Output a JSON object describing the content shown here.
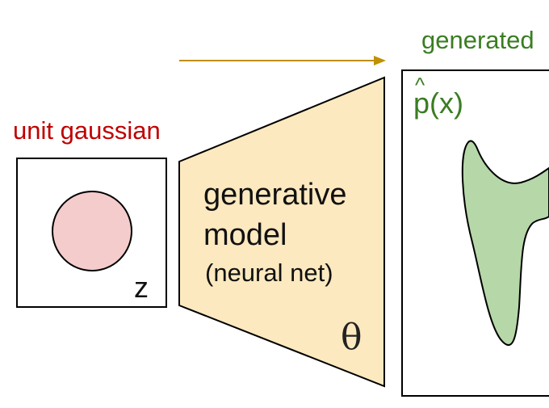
{
  "diagram": {
    "input_label": "unit gaussian",
    "output_label": "generated",
    "model": {
      "line1": "generative",
      "line2": "model",
      "line3": "(neural net)",
      "param_symbol": "θ"
    },
    "latent_var": "z",
    "density_label": "p(x)",
    "density_hat": "^",
    "colors": {
      "input_label": "#c00000",
      "output_label": "#3a7d22",
      "gaussian_fill": "#f4cccc",
      "model_fill": "#fde9bf",
      "density_fill": "#b6d7a8",
      "arrow": "#bf9000",
      "stroke": "#000000"
    }
  }
}
